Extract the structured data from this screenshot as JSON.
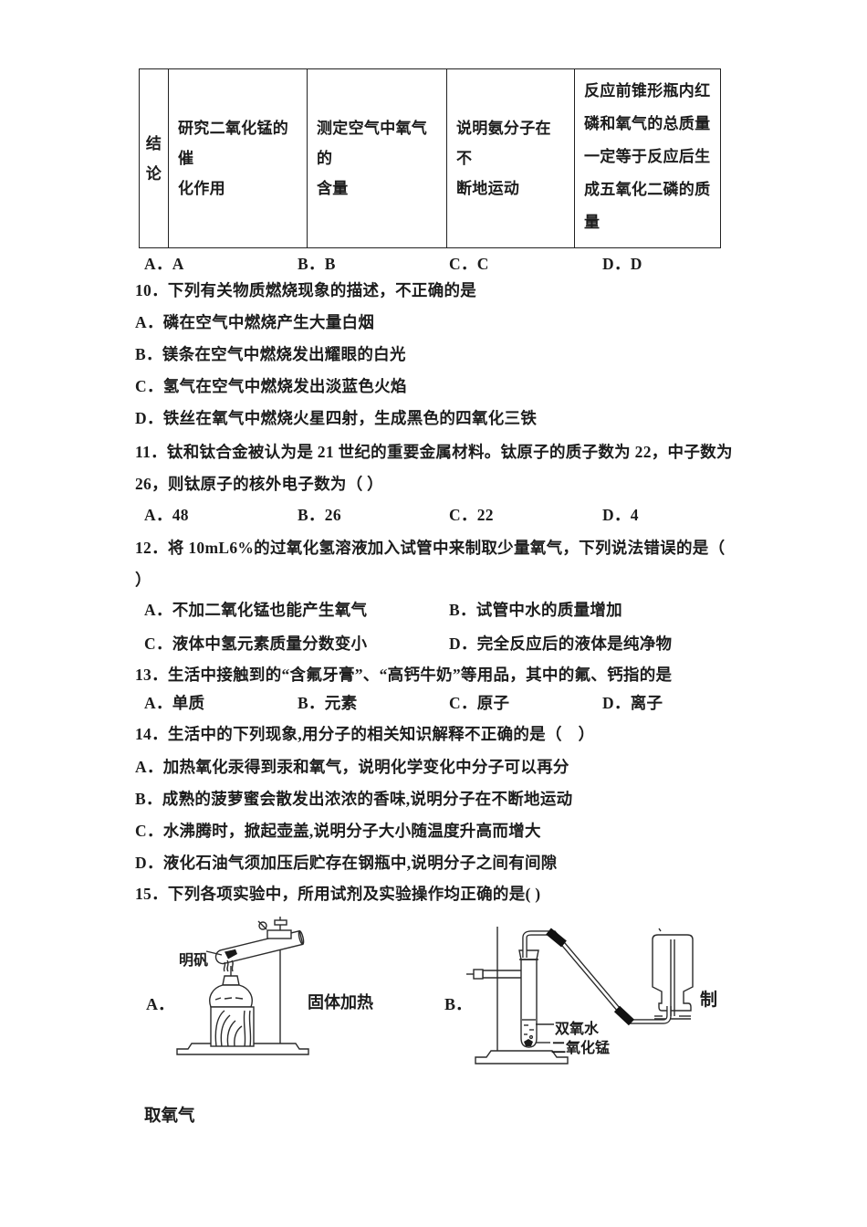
{
  "doc": {
    "table": {
      "header": "结\n论",
      "cells": [
        "研究二氧化锰的催\n化作用",
        "测定空气中氧气的\n含量",
        "说明氨分子在不\n断地运动",
        "反应前锥形瓶内红\n磷和氧气的总质量\n一定等于反应后生\n成五氧化二磷的质\n量"
      ]
    },
    "answer_row": [
      "A．A",
      "B．B",
      "C．C",
      "D．D"
    ],
    "q10": {
      "stem": "10．下列有关物质燃烧现象的描述，不正确的是",
      "a": "A．磷在空气中燃烧产生大量白烟",
      "b": "B．镁条在空气中燃烧发出耀眼的白光",
      "c": "C．氢气在空气中燃烧发出淡蓝色火焰",
      "d": "D．铁丝在氧气中燃烧火星四射，生成黑色的四氧化三铁"
    },
    "q11": {
      "line1": "11．钛和钛合金被认为是 21 世纪的重要金属材料。钛原子的质子数为 22，中子数为",
      "line2": "26，则钛原子的核外电子数为（ ）",
      "a": "A．48",
      "b": "B．26",
      "c": "C．22",
      "d": "D．4"
    },
    "q12": {
      "line1": "12．将 10mL6%的过氧化氢溶液加入试管中来制取少量氧气，下列说法错误的是（",
      "line2": "）",
      "a": "A．不加二氧化锰也能产生氧气",
      "b": "B．试管中水的质量增加",
      "c": "C．液体中氢元素质量分数变小",
      "d": "D．完全反应后的液体是纯净物"
    },
    "q13": {
      "stem": "13．生活中接触到的“含氟牙膏”、“高钙牛奶”等用品，其中的氟、钙指的是",
      "a": "A．单质",
      "b": "B．元素",
      "c": "C．原子",
      "d": "D．离子"
    },
    "q14": {
      "stem": "14．生活中的下列现象,用分子的相关知识解释不正确的是（　）",
      "a": "A．加热氧化汞得到汞和氧气，说明化学变化中分子可以再分",
      "b": "B．成熟的菠萝蜜会散发出浓浓的香味,说明分子在不断地运动",
      "c": "C．水沸腾时，掀起壶盖,说明分子大小随温度升高而增大",
      "d": "D．液化石油气须加压后贮存在钢瓶中,说明分子之间有间隙"
    },
    "q15": {
      "stem": "15．下列各项实验中，所用试剂及实验操作均正确的是( )"
    },
    "figures": {
      "label_a": "A．",
      "caption_a": "固体加热",
      "annotation_alum": "明矾",
      "label_b": "B．",
      "annotation_h2o2": "双氧水",
      "annotation_mno2": "二氧化锰",
      "caption_b_right": "制",
      "caption_b_bottom": "取氧气"
    },
    "colors": {
      "ink": "#1c1c1c",
      "background": "#ffffff"
    }
  }
}
